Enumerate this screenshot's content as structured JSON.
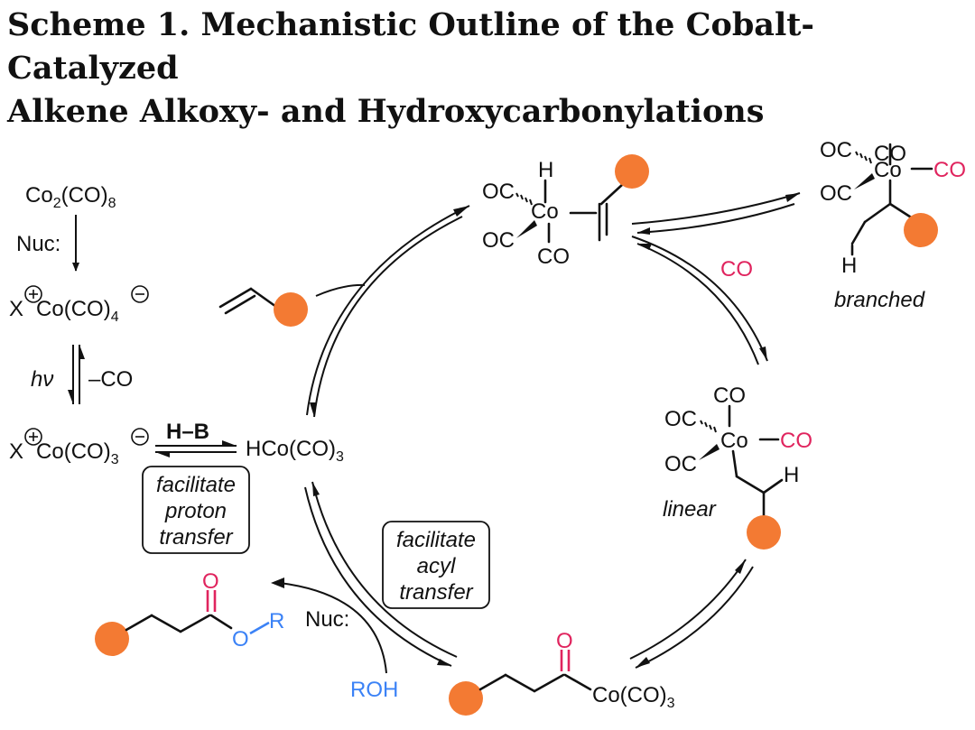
{
  "title": {
    "line1": "Scheme 1. Mechanistic Outline of the Cobalt-Catalyzed",
    "line2": "Alkene Alkoxy- and Hydroxycarbonylations"
  },
  "left_column": {
    "precursor": "Co2(CO)8",
    "nuc_label": "Nuc:",
    "anion4": "X Co(CO)4",
    "hv_label": "hν",
    "minus_co": "–CO",
    "anion3": "X Co(CO)3",
    "hb_label": "H–B",
    "hydride": "HCo(CO)3"
  },
  "boxes": {
    "proton": [
      "facilitate",
      "proton",
      "transfer"
    ],
    "acyl": [
      "facilitate",
      "acyl",
      "transfer"
    ]
  },
  "complexes": {
    "co_label": "CO",
    "oc_label": "OC",
    "co_metal": "Co",
    "h_label": "H",
    "co_gas": "CO",
    "branched_label": "branched",
    "linear_label": "linear",
    "acyl_product": "Co(CO)3",
    "acyl_o": "O"
  },
  "bottom": {
    "nuc_label": "Nuc:",
    "roh": "ROH",
    "ester_o_carbonyl": "O",
    "ester_o": "O",
    "ester_r": "R"
  },
  "colors": {
    "substituent_ball": "#f37a33",
    "carbonyl_pink": "#e0245e",
    "alkoxy_blue": "#3b82f6"
  }
}
